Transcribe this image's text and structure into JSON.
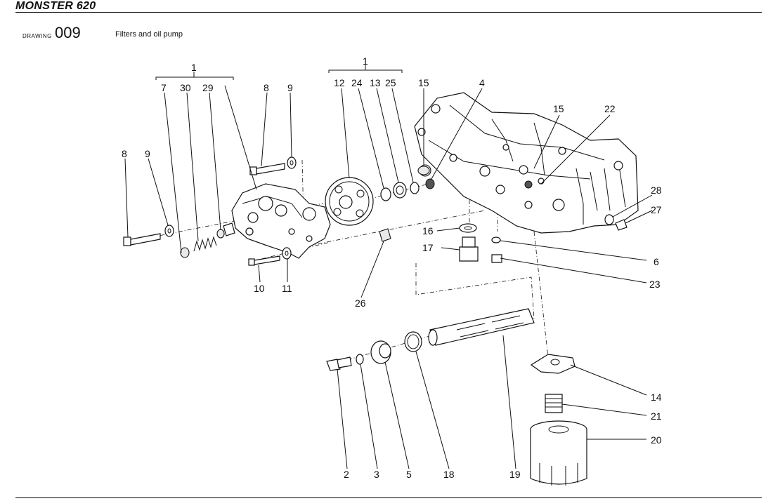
{
  "header": {
    "model": "MONSTER 620",
    "drawing_label": "DRAWING",
    "drawing_number": "009",
    "description": "Filters and oil pump"
  },
  "callouts": {
    "group_left": "1",
    "group_mid": "1",
    "c7": "7",
    "c30": "30",
    "c29": "29",
    "c8a": "8",
    "c9a": "9",
    "c8b": "8",
    "c9b": "9",
    "c10": "10",
    "c11": "11",
    "c12": "12",
    "c24": "24",
    "c13": "13",
    "c25": "25",
    "c15a": "15",
    "c4": "4",
    "c15b": "15",
    "c22": "22",
    "c28": "28",
    "c27": "27",
    "c16": "16",
    "c17": "17",
    "c6": "6",
    "c23": "23",
    "c26": "26",
    "c14": "14",
    "c21": "21",
    "c20": "20",
    "c2": "2",
    "c3": "3",
    "c5": "5",
    "c18": "18",
    "c19": "19"
  }
}
